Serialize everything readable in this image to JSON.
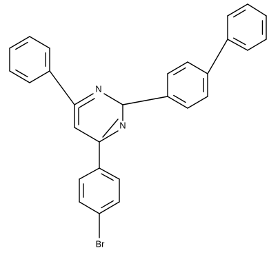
{
  "structure": {
    "atoms": {
      "n_top": "N",
      "n_right": "N",
      "br": "Br"
    }
  },
  "colors": {
    "bond": "#000000",
    "background": "#ffffff"
  }
}
